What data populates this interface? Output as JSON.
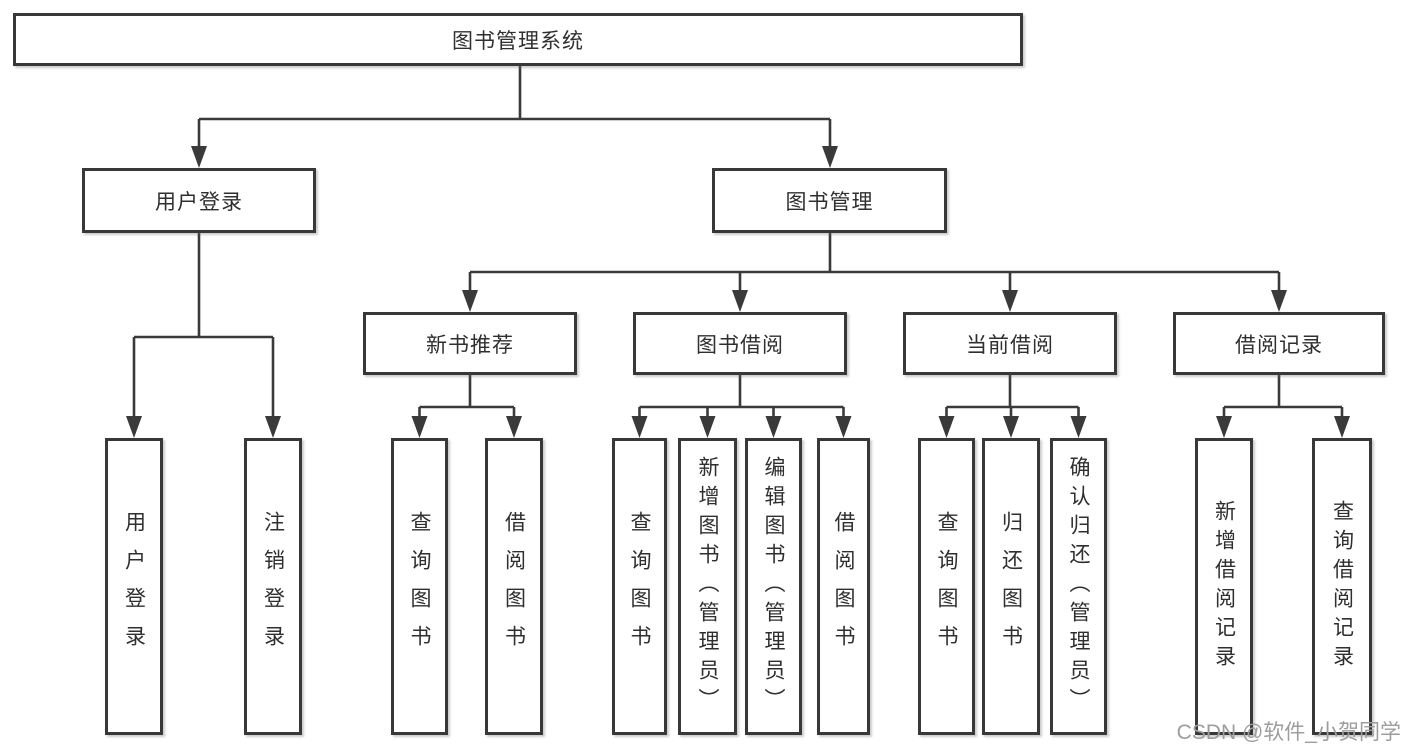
{
  "diagram": {
    "root": {
      "label": "图书管理系统",
      "children": [
        {
          "label": "用户登录",
          "children": [
            {
              "label": "用户登录"
            },
            {
              "label": "注销登录"
            }
          ]
        },
        {
          "label": "图书管理",
          "children": [
            {
              "label": "新书推荐",
              "children": [
                {
                  "label": "查询图书"
                },
                {
                  "label": "借阅图书"
                }
              ]
            },
            {
              "label": "图书借阅",
              "children": [
                {
                  "label": "查询图书"
                },
                {
                  "label": "新增图书（管理员）"
                },
                {
                  "label": "编辑图书（管理员）"
                },
                {
                  "label": "借阅图书"
                }
              ]
            },
            {
              "label": "当前借阅",
              "children": [
                {
                  "label": "查询图书"
                },
                {
                  "label": "归还图书"
                },
                {
                  "label": "确认归还（管理员）"
                }
              ]
            },
            {
              "label": "借阅记录",
              "children": [
                {
                  "label": "新增借阅记录"
                },
                {
                  "label": "查询借阅记录"
                }
              ]
            }
          ]
        }
      ]
    }
  },
  "watermark": {
    "text": "CSDN @软件_小贺同学"
  },
  "colors": {
    "line": "#3a3a3a",
    "box_border": "#383838",
    "box_fill": "#ffffff",
    "text": "#2f2f2f",
    "watermark": "#9d9d9d",
    "background": "#ffffff"
  }
}
